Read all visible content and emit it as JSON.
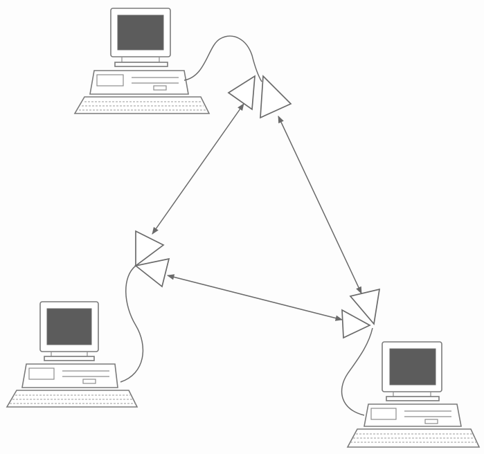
{
  "diagram": {
    "kind": "wireless-network",
    "computers": [
      {
        "id": "computer-top"
      },
      {
        "id": "computer-bottom-left"
      },
      {
        "id": "computer-bottom-right"
      }
    ],
    "antennas": [
      {
        "id": "antenna-top"
      },
      {
        "id": "antenna-left"
      },
      {
        "id": "antenna-right"
      }
    ],
    "links": [
      {
        "from": "antenna-top",
        "to": "antenna-left",
        "direction": "bidirectional"
      },
      {
        "from": "antenna-top",
        "to": "antenna-right",
        "direction": "bidirectional"
      },
      {
        "from": "antenna-left",
        "to": "antenna-right",
        "direction": "bidirectional"
      }
    ],
    "colors": {
      "line": "#6a6a6a",
      "screen": "#5c5c5c",
      "background": "#fdfdfd"
    }
  }
}
